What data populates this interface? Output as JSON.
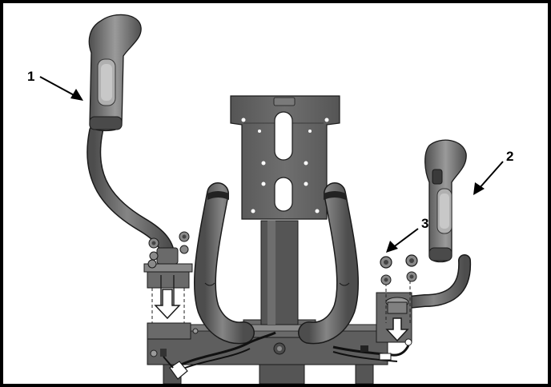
{
  "callouts": [
    {
      "label": "1",
      "target": "left-control-lever"
    },
    {
      "label": "2",
      "target": "right-control-lever"
    },
    {
      "label": "3",
      "target": "mounting-nuts"
    }
  ],
  "colors": {
    "frame_border": "#000000",
    "part_dark": "#595959",
    "part_mid": "#6e6e6e",
    "part_light": "#8a8a8a",
    "grip_insert": "#b0b0b0",
    "outline": "#1a1a1a",
    "arrow": "#ffffff"
  }
}
